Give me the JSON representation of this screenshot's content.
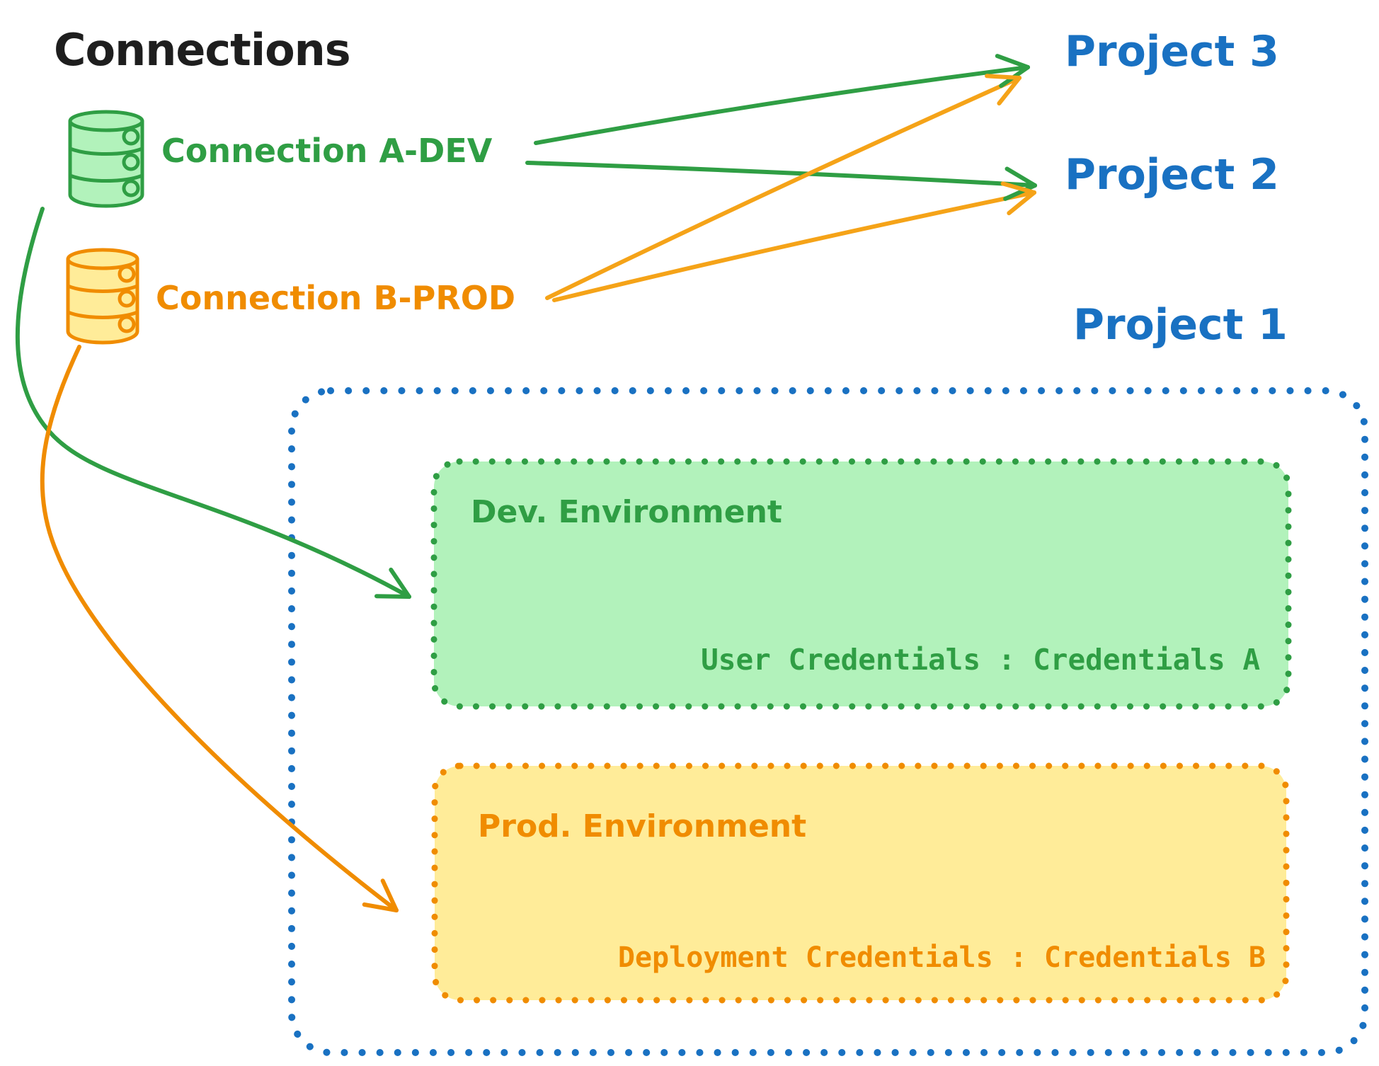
{
  "title": "Connections",
  "colors": {
    "ink": "#1e1e1e",
    "green_stroke": "#2f9e44",
    "green_fill": "#b2f2bb",
    "orange_stroke": "#f08c00",
    "orange_fill": "#ffec99",
    "blue": "#1971c2",
    "background": "#ffffff"
  },
  "connections": [
    {
      "id": "a-dev",
      "label": "Connection A-DEV",
      "color": "#2f9e44",
      "fill": "#b2f2bb",
      "icon": "database-icon"
    },
    {
      "id": "b-prod",
      "label": "Connection B-PROD",
      "color": "#f08c00",
      "fill": "#ffec99",
      "icon": "database-icon"
    }
  ],
  "projects": [
    {
      "id": "project-3",
      "label": "Project 3"
    },
    {
      "id": "project-2",
      "label": "Project 2"
    },
    {
      "id": "project-1",
      "label": "Project 1"
    }
  ],
  "project1": {
    "environments": [
      {
        "id": "dev",
        "label": "Dev. Environment",
        "credentials": "User Credentials : Credentials A",
        "stroke": "#2f9e44",
        "fill": "#b2f2bb"
      },
      {
        "id": "prod",
        "label": "Prod. Environment",
        "credentials": "Deployment Credentials : Credentials B",
        "stroke": "#f08c00",
        "fill": "#ffec99"
      }
    ]
  },
  "edges": [
    {
      "from": "Connection A-DEV",
      "to": "Project 3",
      "color": "#2f9e44",
      "style": "straight"
    },
    {
      "from": "Connection A-DEV",
      "to": "Project 2",
      "color": "#2f9e44",
      "style": "straight"
    },
    {
      "from": "Connection B-PROD",
      "to": "Project 3",
      "color": "#f08c00",
      "style": "straight"
    },
    {
      "from": "Connection B-PROD",
      "to": "Project 2",
      "color": "#f08c00",
      "style": "straight"
    },
    {
      "from": "Connection A-DEV",
      "to": "Project 1 / Dev. Environment",
      "color": "#2f9e44",
      "style": "curved"
    },
    {
      "from": "Connection B-PROD",
      "to": "Project 1 / Prod. Environment",
      "color": "#f08c00",
      "style": "curved"
    }
  ]
}
